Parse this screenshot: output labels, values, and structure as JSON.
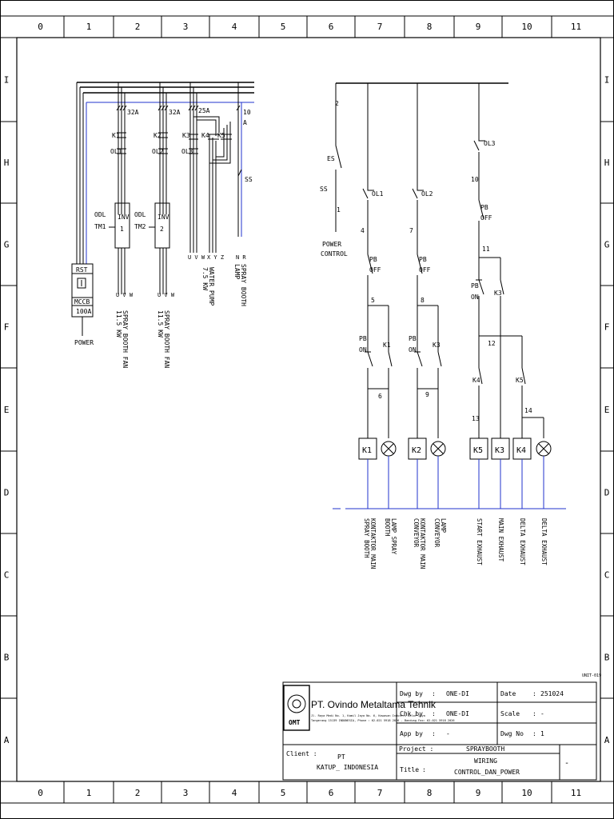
{
  "columns": [
    "0",
    "1",
    "2",
    "3",
    "4",
    "5",
    "6",
    "7",
    "8",
    "9",
    "10",
    "11"
  ],
  "rows": [
    "I",
    "H",
    "G",
    "F",
    "E",
    "D",
    "C",
    "B",
    "A"
  ],
  "power": {
    "breaker_labels": [
      "32A",
      "32A",
      "25A",
      "10\nA"
    ],
    "contactor_labels": [
      "K1",
      "K2",
      "K3",
      "K4",
      "K5"
    ],
    "overload_labels": [
      "OL1",
      "OL2",
      "OL3"
    ],
    "odl_labels": [
      [
        "ODL",
        "TM1"
      ],
      [
        "ODL",
        "TM2"
      ]
    ],
    "inverters": [
      [
        "INV",
        "1"
      ],
      [
        "INV",
        "2"
      ]
    ],
    "main_switch": [
      "RST",
      "MCCB",
      "100A",
      "POWER"
    ],
    "ss_label": "SS",
    "terminals": [
      "U V W",
      "U V W",
      "U V W",
      "X Y Z",
      "N R"
    ],
    "loads": [
      [
        "SPRAY BOOTH FAN",
        "11.5 KW"
      ],
      [
        "SPRAY BOOTH FAN",
        "11.5 KW"
      ],
      [
        "WATER PUMP",
        "7.5 KW"
      ],
      [
        "SPRAY BOOTH",
        "LAMP"
      ]
    ]
  },
  "control": {
    "es": "ES",
    "ss": "SS",
    "power_control": [
      "POWER",
      "CONTROL"
    ],
    "wire_numbers": [
      "2",
      "1",
      "4",
      "7",
      "10",
      "11",
      "5",
      "8",
      "12",
      "6",
      "9",
      "13",
      "14"
    ],
    "contacts": [
      "OL1",
      "OL2",
      "OL3",
      "PB",
      "OFF",
      "PB",
      "OFF",
      "PB",
      "OFF",
      "PB",
      "ON",
      "PB",
      "ON",
      "PB",
      "ON",
      "K1",
      "K3",
      "K3",
      "K4",
      "K5"
    ],
    "coils": [
      "K1",
      "K2",
      "K5",
      "K3",
      "K4"
    ],
    "outputs": [
      [
        "KONTAKTOR MAIN",
        "SPRAY BOOTH"
      ],
      [
        "LAMP SPRAY",
        "BOOTH"
      ],
      [
        "KONTAKTOR MAIN",
        "CONVEYOR"
      ],
      [
        "LAMP",
        "CONVEYOR"
      ],
      [
        "START EXHAUST"
      ],
      [
        "MAIN EXHAUST"
      ],
      [
        "DELTA EXHAUST"
      ],
      [
        "DELTA EXHAUST"
      ]
    ]
  },
  "title_block": {
    "company": "PT. Ovindo Metaltama Tehnik",
    "address_line1": "Jl. Raya Medi No. 1, Kamil Jaya No. 6, Kawasan Industri Kelor Jaya",
    "address_line2": "Tangerang 15139 INDONESIA, Phone : 62-021 5918 2026 - Bandung Fax: 62-021 5918 2026",
    "logo_text": "OMT",
    "corner_code": "UNIT-019",
    "dwg_by_label": "Dwg by",
    "dwg_by": "ONE-DI",
    "chk_by_label": "Chk by",
    "chk_by": "ONE-DI",
    "app_by_label": "App by",
    "app_by": "-",
    "date_label": "Date",
    "date": "251024",
    "scale_label": "Scale",
    "scale": "-",
    "dwg_no_label": "Dwg No",
    "dwg_no": "1",
    "client_label": "Client :",
    "client_line1": "PT",
    "client_line2": "KATUP_ INDONESIA",
    "project_label": "Project :",
    "project": "SPRAYBOOTH",
    "title_label": "Title",
    "title_line1": "WIRING",
    "title_line2": "CONTROL_DAN_POWER",
    "sheet_mark": "-",
    "colon": ":"
  }
}
